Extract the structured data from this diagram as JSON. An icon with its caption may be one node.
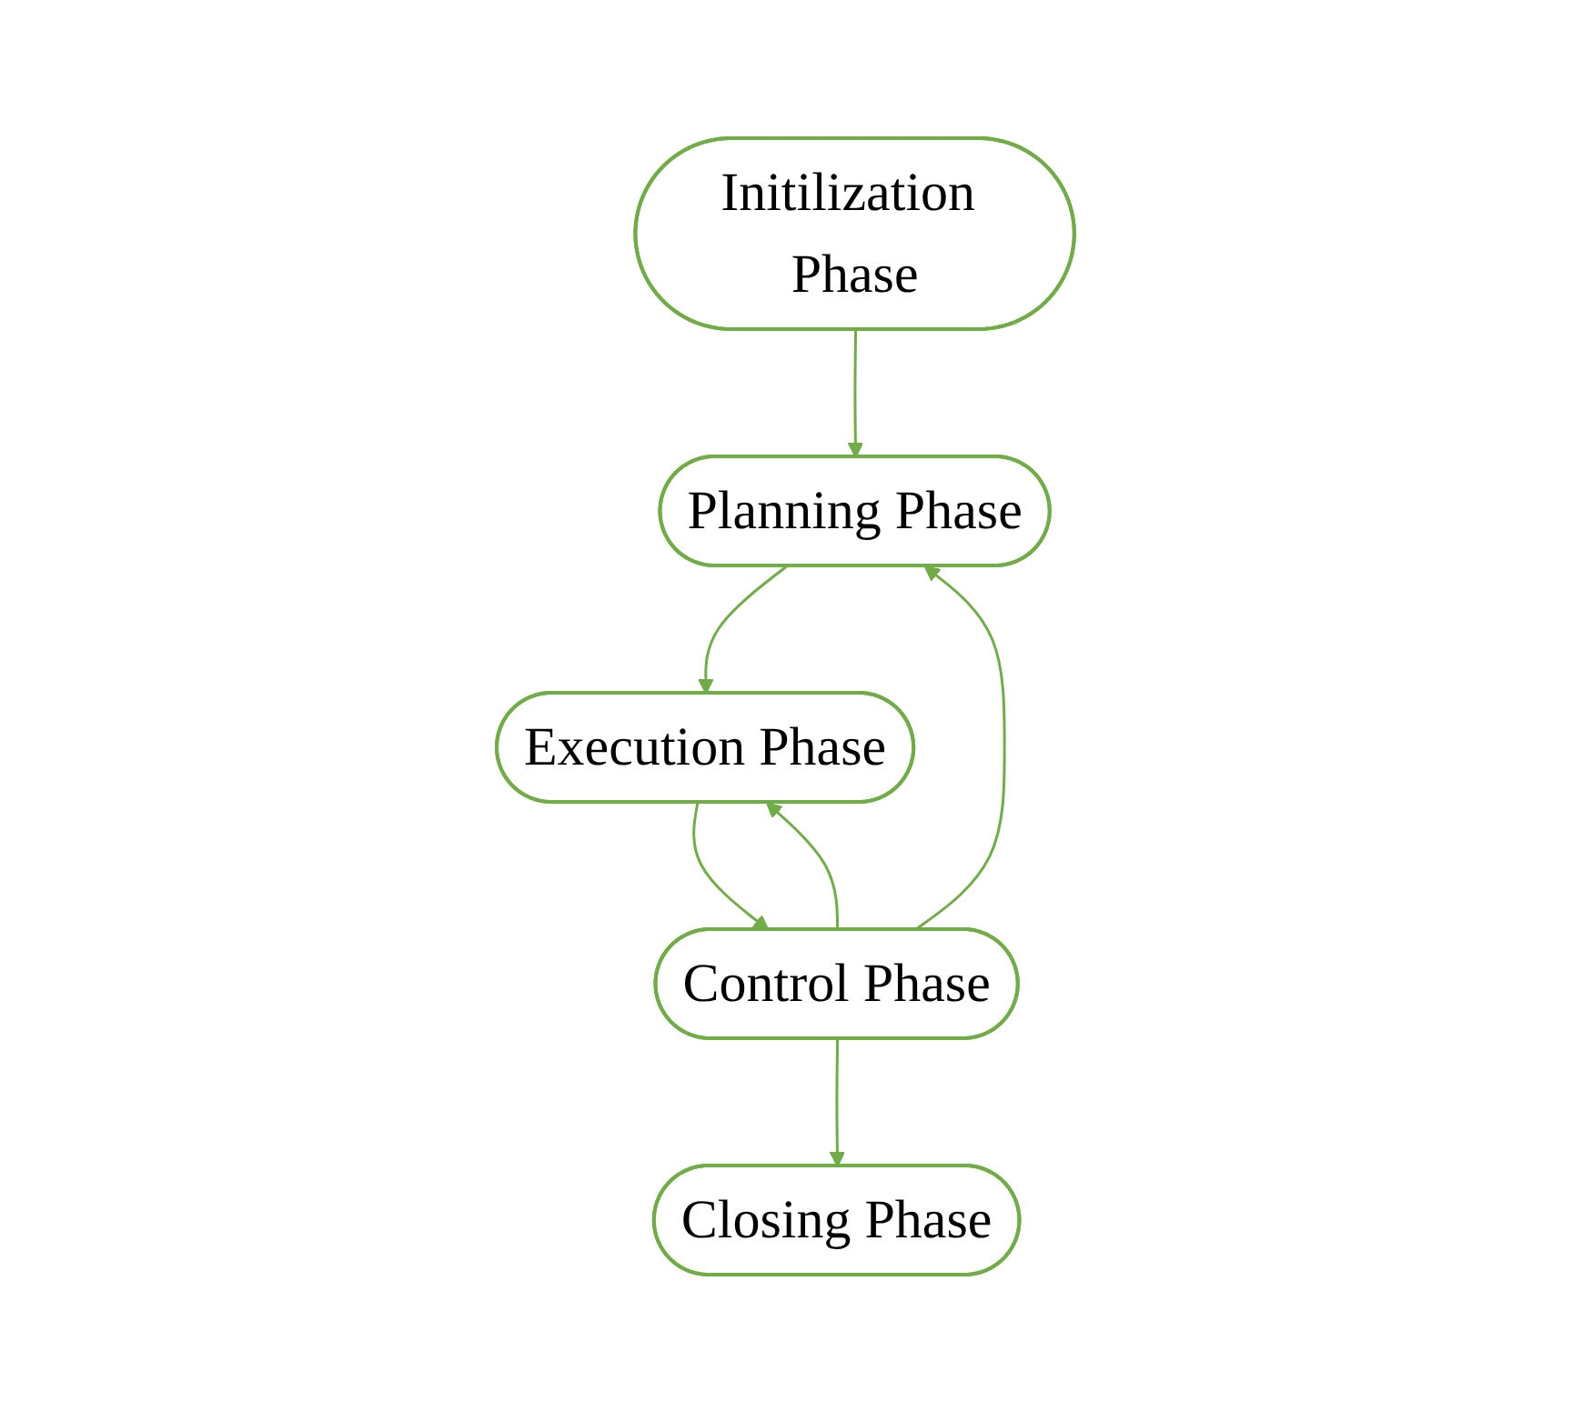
{
  "diagram": {
    "nodes": [
      {
        "text": [
          "Initilization Phase"
        ]
      },
      {
        "text": [
          "Planning Phase"
        ]
      },
      {
        "text": [
          "Control Phase"
        ]
      },
      {
        "text": [
          "Execution Phase"
        ]
      },
      {
        "text": [
          "Closing Phase"
        ]
      }
    ],
    "edges": [
      {
        "from": 0,
        "to": 1,
        "arrow": "to"
      },
      {
        "from": 2,
        "to": 1,
        "arrow": "to"
      },
      {
        "from": 1,
        "to": 3,
        "arrow": "to"
      },
      {
        "from": 3,
        "to": 2,
        "arrow": "to"
      },
      {
        "from": 2,
        "to": 3,
        "arrow": "to"
      },
      {
        "from": 2,
        "to": 4,
        "arrow": "to"
      }
    ]
  }
}
